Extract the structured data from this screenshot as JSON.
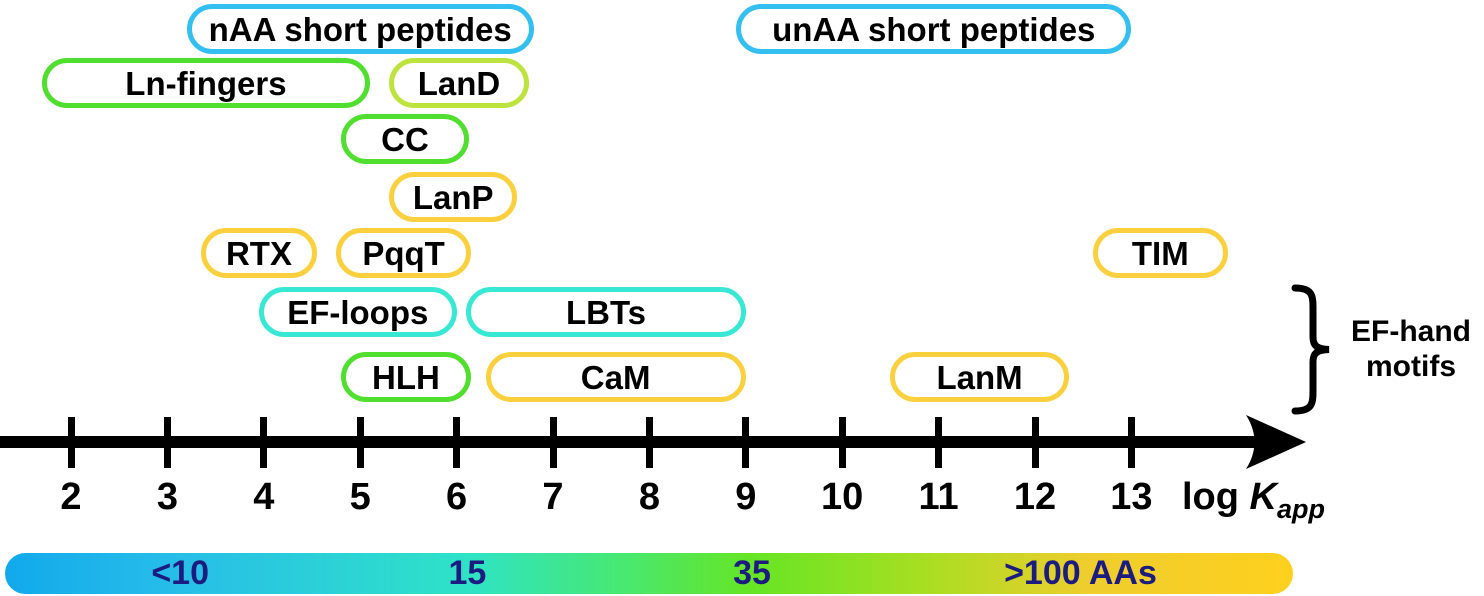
{
  "colors": {
    "blue": "#33c0f0",
    "turquoise": "#38e8d4",
    "green": "#50df2e",
    "yellow_green": "#bce33e",
    "yellow": "#fad03f",
    "axis": "#000000",
    "bar_text": "#1b1b80",
    "gradient_stops": [
      {
        "c": "#12a9ec",
        "p": 0
      },
      {
        "c": "#27bde9",
        "p": 0.13
      },
      {
        "c": "#2fe3c6",
        "p": 0.36
      },
      {
        "c": "#45e878",
        "p": 0.47
      },
      {
        "c": "#66e524",
        "p": 0.58
      },
      {
        "c": "#abde22",
        "p": 0.72
      },
      {
        "c": "#eecd2d",
        "p": 0.84
      },
      {
        "c": "#ffd01e",
        "p": 1
      }
    ]
  },
  "chart_data": {
    "type": "bar",
    "subtype": "horizontal log-scale range diagram of metal-binding motifs",
    "title": "",
    "xlabel": "log K_app",
    "ylabel": "",
    "xlim": [
      1.3,
      14.2
    ],
    "axis_ticks": [
      "2",
      "3",
      "4",
      "5",
      "6",
      "7",
      "8",
      "9",
      "10",
      "11",
      "12",
      "13"
    ],
    "grid": false,
    "entries": [
      {
        "label": "nAA short peptides",
        "row": 0,
        "log_kapp_range": [
          3.2,
          6.8
        ],
        "size_class": "blue"
      },
      {
        "label": "unAA short peptides",
        "row": 0,
        "log_kapp_range": [
          8.9,
          13.0
        ],
        "size_class": "blue"
      },
      {
        "label": "Ln-fingers",
        "row": 1,
        "log_kapp_range": [
          1.7,
          5.1
        ],
        "size_class": "green"
      },
      {
        "label": "LanD",
        "row": 1,
        "log_kapp_range": [
          5.3,
          6.75
        ],
        "size_class": "yellow_green"
      },
      {
        "label": "CC",
        "row": 2,
        "log_kapp_range": [
          4.8,
          6.13
        ],
        "size_class": "green"
      },
      {
        "label": "LanP",
        "row": 3,
        "log_kapp_range": [
          5.3,
          6.63
        ],
        "size_class": "yellow"
      },
      {
        "label": "RTX",
        "row": 4,
        "log_kapp_range": [
          3.35,
          4.55
        ],
        "size_class": "yellow"
      },
      {
        "label": "PqqT",
        "row": 4,
        "log_kapp_range": [
          4.75,
          6.15
        ],
        "size_class": "yellow"
      },
      {
        "label": "TIM",
        "row": 4,
        "log_kapp_range": [
          12.6,
          14.0
        ],
        "size_class": "yellow"
      },
      {
        "label": "EF-loops",
        "row": 5,
        "log_kapp_range": [
          3.95,
          6.0
        ],
        "size_class": "turquoise"
      },
      {
        "label": "LBTs",
        "row": 5,
        "log_kapp_range": [
          6.1,
          9.0
        ],
        "size_class": "turquoise"
      },
      {
        "label": "HLH",
        "row": 6,
        "log_kapp_range": [
          4.8,
          6.15
        ],
        "size_class": "green"
      },
      {
        "label": "CaM",
        "row": 6,
        "log_kapp_range": [
          6.3,
          9.0
        ],
        "size_class": "yellow"
      },
      {
        "label": "LanM",
        "row": 6,
        "log_kapp_range": [
          10.5,
          12.35
        ],
        "size_class": "yellow"
      }
    ],
    "size_colorbar": {
      "meaning": "number of amino acids, blue small to yellow large",
      "labels": [
        {
          "text": "<10",
          "pos": 0.136
        },
        {
          "text": "15",
          "pos": 0.359
        },
        {
          "text": "35",
          "pos": 0.58
        },
        {
          "text": ">100 AAs",
          "pos": 0.835
        }
      ]
    }
  },
  "annotations": {
    "axis_label": {
      "log": "log ",
      "K": "K",
      "sub": "app"
    },
    "brace": {
      "line1": "EF-hand",
      "line2": "motifs"
    }
  }
}
